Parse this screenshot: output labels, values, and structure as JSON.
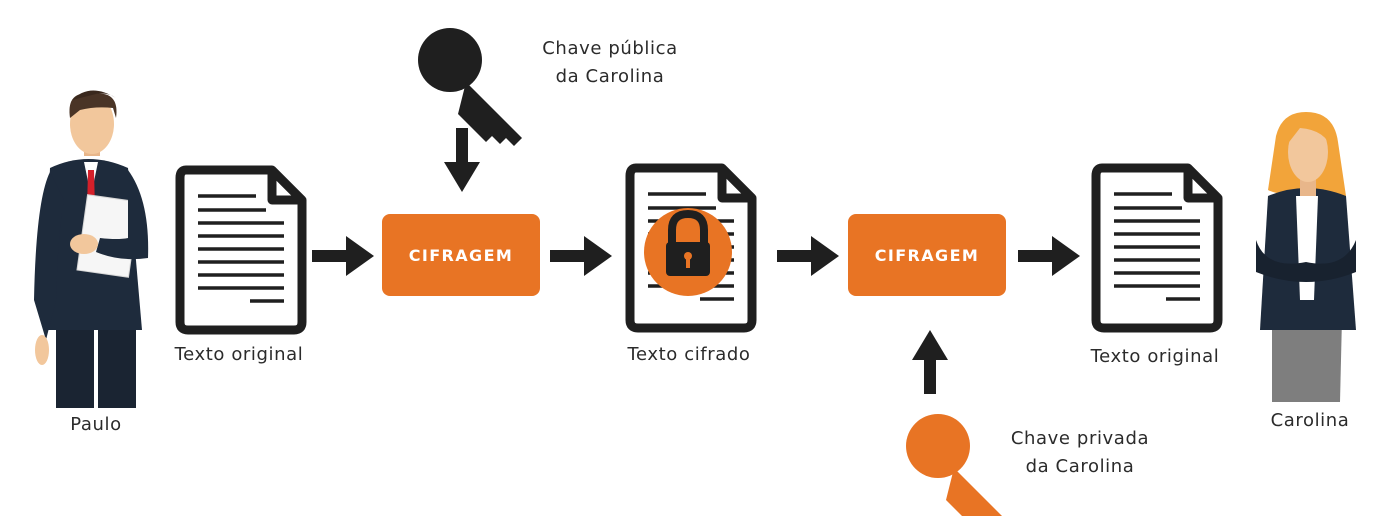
{
  "people": {
    "sender": "Paulo",
    "receiver": "Carolina"
  },
  "keys": {
    "public": [
      "Chave pública",
      "da Carolina"
    ],
    "private": [
      "Chave privada",
      "da Carolina"
    ]
  },
  "steps": {
    "encrypt_label": "CIFRAGEM",
    "decrypt_label": "CIFRAGEM"
  },
  "documents": {
    "original_in": "Texto original",
    "cipher": "Texto cifrado",
    "original_out": "Texto original"
  },
  "colors": {
    "accent": "#e87424",
    "dark": "#1f1f1f",
    "suit": "#1e2b3c",
    "skin": "#f2c79c",
    "hair_male": "#4a3426",
    "hair_female": "#f2a43a"
  },
  "icons": {
    "public_key": "key-icon",
    "private_key": "key-icon",
    "lock": "padlock-icon",
    "document": "document-icon"
  }
}
